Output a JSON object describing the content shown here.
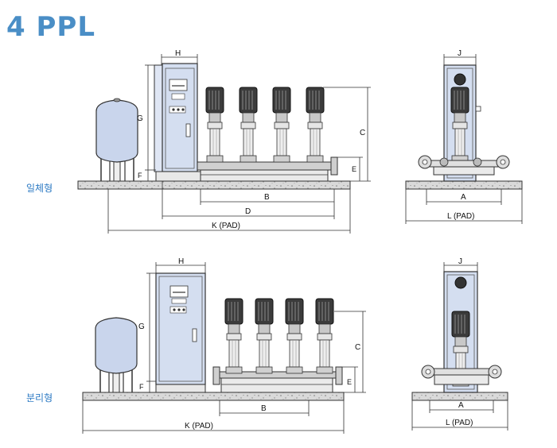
{
  "title": "4 PPL",
  "variants": {
    "integrated": "일체형",
    "separated": "분리형"
  },
  "dimensions": {
    "H": "H",
    "J": "J",
    "G": "G",
    "F": "F",
    "C": "C",
    "E": "E",
    "A": "A",
    "B": "B",
    "D": "D",
    "K": "K (PAD)",
    "L": "L (PAD)"
  }
}
